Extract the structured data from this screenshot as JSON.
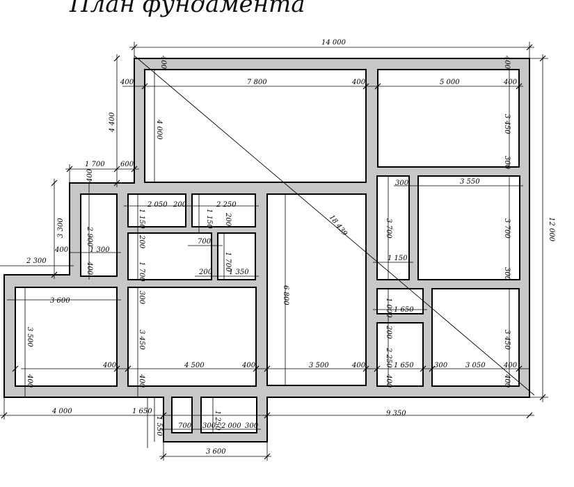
{
  "title": "План фундамента",
  "dimensions": {
    "overall_width": "14 000",
    "overall_height": "12 000",
    "diagonal": "18 439",
    "left_4400": "4 400",
    "left_3300": "3 300",
    "left_2300": "2 300",
    "top_1700": "1 700",
    "bottom_4000": "4 000",
    "bottom_1650": "1 650",
    "bottom_9350": "9 350",
    "bottom_3600": "3 600",
    "wall_400": "400",
    "wall_600": "600",
    "wall_300": "300",
    "wall_200": "200",
    "room_7800": "7 800",
    "room_5000": "5 000",
    "room_4000": "4 000",
    "room_3450": "3 450",
    "room_3550": "3 550",
    "room_3700": "3 700",
    "room_2050": "2 050",
    "room_2250": "2 250",
    "room_1150": "1 150",
    "room_2900": "2 900",
    "room_1300": "1 300",
    "room_700": "700",
    "room_1700": "1 700",
    "room_1350": "1 350",
    "room_6800": "6 800",
    "room_3600": "3 600",
    "room_3500": "3 500",
    "room_4500": "4 500",
    "room_1000": "1 000",
    "room_1650": "1 650",
    "room_3050": "3 050",
    "room_2000": "2 000",
    "room_1250": "1 250",
    "room_1550": "1 550"
  }
}
